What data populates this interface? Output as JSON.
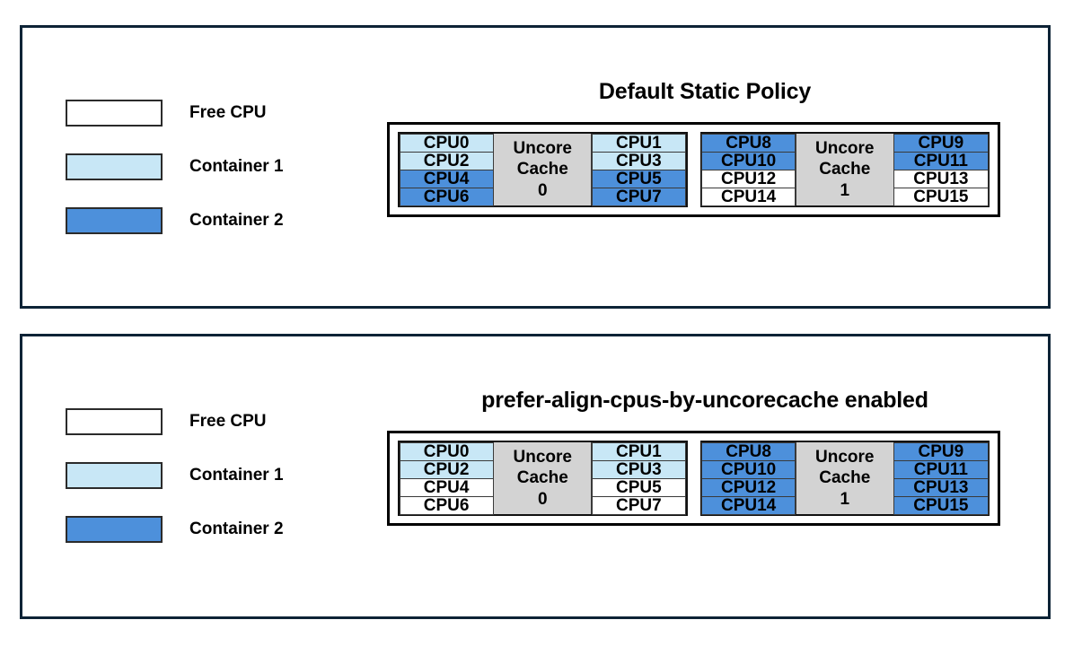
{
  "colors": {
    "free": "#ffffff",
    "container1": "#c8e7f6",
    "container2": "#4d90db",
    "cache": "#d3d3d3",
    "panel_border": "#0d2336",
    "grid_border": "#000000",
    "text": "#000000"
  },
  "legend": {
    "items": [
      {
        "label": "Free CPU",
        "fill": "free"
      },
      {
        "label": "Container 1",
        "fill": "container1"
      },
      {
        "label": "Container 2",
        "fill": "container2"
      }
    ]
  },
  "panels": [
    {
      "title": "Default Static Policy",
      "legend": [
        {
          "label": "Free CPU",
          "fill": "free"
        },
        {
          "label": "Container 1",
          "fill": "container1"
        },
        {
          "label": "Container 2",
          "fill": "container2"
        }
      ],
      "cache_groups": [
        {
          "cache_label_line1": "Uncore",
          "cache_label_line2": "Cache",
          "cache_index": "0",
          "left_column": [
            {
              "label": "CPU0",
              "fill": "container1"
            },
            {
              "label": "CPU2",
              "fill": "container1"
            },
            {
              "label": "CPU4",
              "fill": "container2"
            },
            {
              "label": "CPU6",
              "fill": "container2"
            }
          ],
          "right_column": [
            {
              "label": "CPU1",
              "fill": "container1"
            },
            {
              "label": "CPU3",
              "fill": "container1"
            },
            {
              "label": "CPU5",
              "fill": "container2"
            },
            {
              "label": "CPU7",
              "fill": "container2"
            }
          ]
        },
        {
          "cache_label_line1": "Uncore",
          "cache_label_line2": "Cache",
          "cache_index": "1",
          "left_column": [
            {
              "label": "CPU8",
              "fill": "container2"
            },
            {
              "label": "CPU10",
              "fill": "container2"
            },
            {
              "label": "CPU12",
              "fill": "free"
            },
            {
              "label": "CPU14",
              "fill": "free"
            }
          ],
          "right_column": [
            {
              "label": "CPU9",
              "fill": "container2"
            },
            {
              "label": "CPU11",
              "fill": "container2"
            },
            {
              "label": "CPU13",
              "fill": "free"
            },
            {
              "label": "CPU15",
              "fill": "free"
            }
          ]
        }
      ]
    },
    {
      "title": "prefer-align-cpus-by-uncorecache enabled",
      "legend": [
        {
          "label": "Free CPU",
          "fill": "free"
        },
        {
          "label": "Container 1",
          "fill": "container1"
        },
        {
          "label": "Container 2",
          "fill": "container2"
        }
      ],
      "cache_groups": [
        {
          "cache_label_line1": "Uncore",
          "cache_label_line2": "Cache",
          "cache_index": "0",
          "left_column": [
            {
              "label": "CPU0",
              "fill": "container1"
            },
            {
              "label": "CPU2",
              "fill": "container1"
            },
            {
              "label": "CPU4",
              "fill": "free"
            },
            {
              "label": "CPU6",
              "fill": "free"
            }
          ],
          "right_column": [
            {
              "label": "CPU1",
              "fill": "container1"
            },
            {
              "label": "CPU3",
              "fill": "container1"
            },
            {
              "label": "CPU5",
              "fill": "free"
            },
            {
              "label": "CPU7",
              "fill": "free"
            }
          ]
        },
        {
          "cache_label_line1": "Uncore",
          "cache_label_line2": "Cache",
          "cache_index": "1",
          "left_column": [
            {
              "label": "CPU8",
              "fill": "container2"
            },
            {
              "label": "CPU10",
              "fill": "container2"
            },
            {
              "label": "CPU12",
              "fill": "container2"
            },
            {
              "label": "CPU14",
              "fill": "container2"
            }
          ],
          "right_column": [
            {
              "label": "CPU9",
              "fill": "container2"
            },
            {
              "label": "CPU11",
              "fill": "container2"
            },
            {
              "label": "CPU13",
              "fill": "container2"
            },
            {
              "label": "CPU15",
              "fill": "container2"
            }
          ]
        }
      ]
    }
  ]
}
